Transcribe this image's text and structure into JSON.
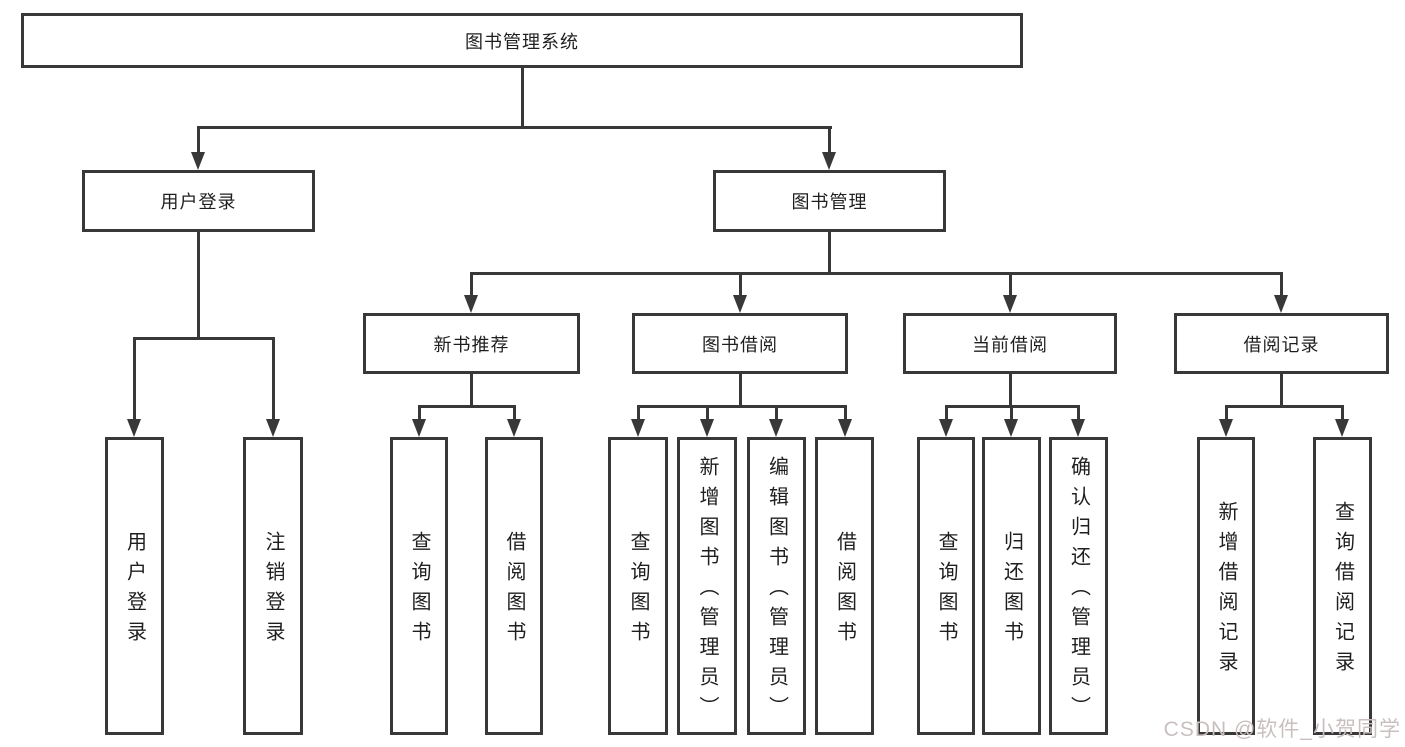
{
  "diagram": {
    "root": {
      "label": "图书管理系统"
    },
    "user_login": {
      "label": "用户登录",
      "children": [
        {
          "label": "用户登录"
        },
        {
          "label": "注销登录"
        }
      ]
    },
    "book_mgmt": {
      "label": "图书管理",
      "sections": [
        {
          "label": "新书推荐",
          "children": [
            {
              "label": "查询图书"
            },
            {
              "label": "借阅图书"
            }
          ]
        },
        {
          "label": "图书借阅",
          "children": [
            {
              "label": "查询图书"
            },
            {
              "label": "新增图书（管理员）"
            },
            {
              "label": "编辑图书（管理员）"
            },
            {
              "label": "借阅图书"
            }
          ]
        },
        {
          "label": "当前借阅",
          "children": [
            {
              "label": "查询图书"
            },
            {
              "label": "归还图书"
            },
            {
              "label": "确认归还（管理员）"
            }
          ]
        },
        {
          "label": "借阅记录",
          "children": [
            {
              "label": "新增借阅记录"
            },
            {
              "label": "查询借阅记录"
            }
          ]
        }
      ]
    }
  },
  "watermark": {
    "text": "CSDN @软件_小贺同学",
    "color": "#c9bfbf"
  },
  "colors": {
    "line": "#383838",
    "text": "#1f1f1f",
    "background": "#ffffff"
  }
}
